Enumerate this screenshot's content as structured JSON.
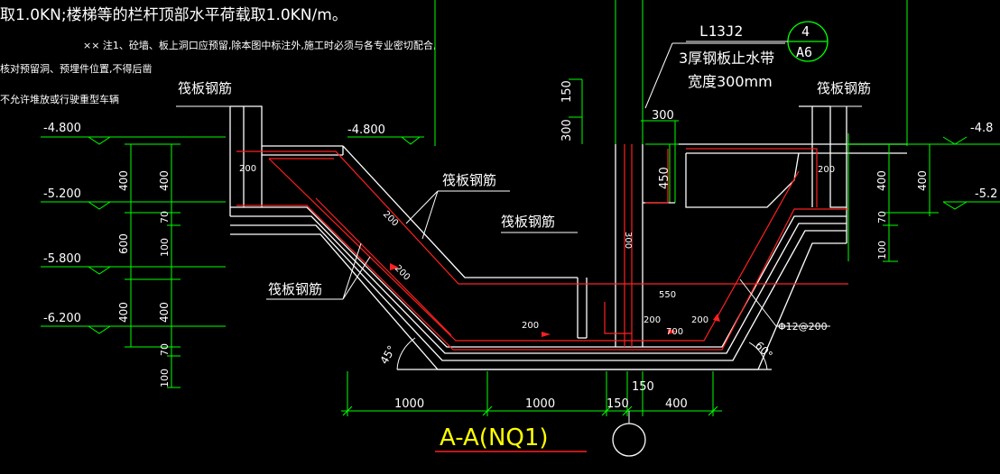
{
  "notes": {
    "line1": "取1.0KN;楼梯等的栏杆顶部水平荷载取1.0KN/m。",
    "line2": "×× 注1、砼墙、板上洞口应预留,除本图中标注外,施工时必须与各专业密切配合,",
    "line3": "核对预留洞、预埋件位置,不得后凿",
    "line4": "不允许堆放或行驶重型车辆"
  },
  "labels": {
    "raft_rebar": "筏板钢筋",
    "detail_ref": "L13J2",
    "detail_no": "4",
    "detail_sheet": "A6",
    "waterstop_1": "3厚钢板止水带",
    "waterstop_2": "宽度300mm",
    "rebar_spec": "Φ12@200",
    "section_title": "A-A(NQ1)"
  },
  "elevations": {
    "e1": "-4.800",
    "e2": "-5.200",
    "e3": "-5.800",
    "e4": "-6.200",
    "e_right1": "-4.8",
    "e_right2": "-5.2"
  },
  "dims": {
    "d400": "400",
    "d70": "70",
    "d100": "100",
    "d600": "600",
    "d200": "200",
    "d300": "300",
    "d150": "150",
    "d450": "450",
    "d550": "550",
    "d700": "700",
    "d1000": "1000",
    "angle45": "45°",
    "angle60": "60°"
  },
  "colors": {
    "bg": "#000000",
    "line": "#ffffff",
    "dim": "#00ff00",
    "rebar": "#ff2020",
    "title": "#ffff00",
    "underline": "#ff2020"
  }
}
